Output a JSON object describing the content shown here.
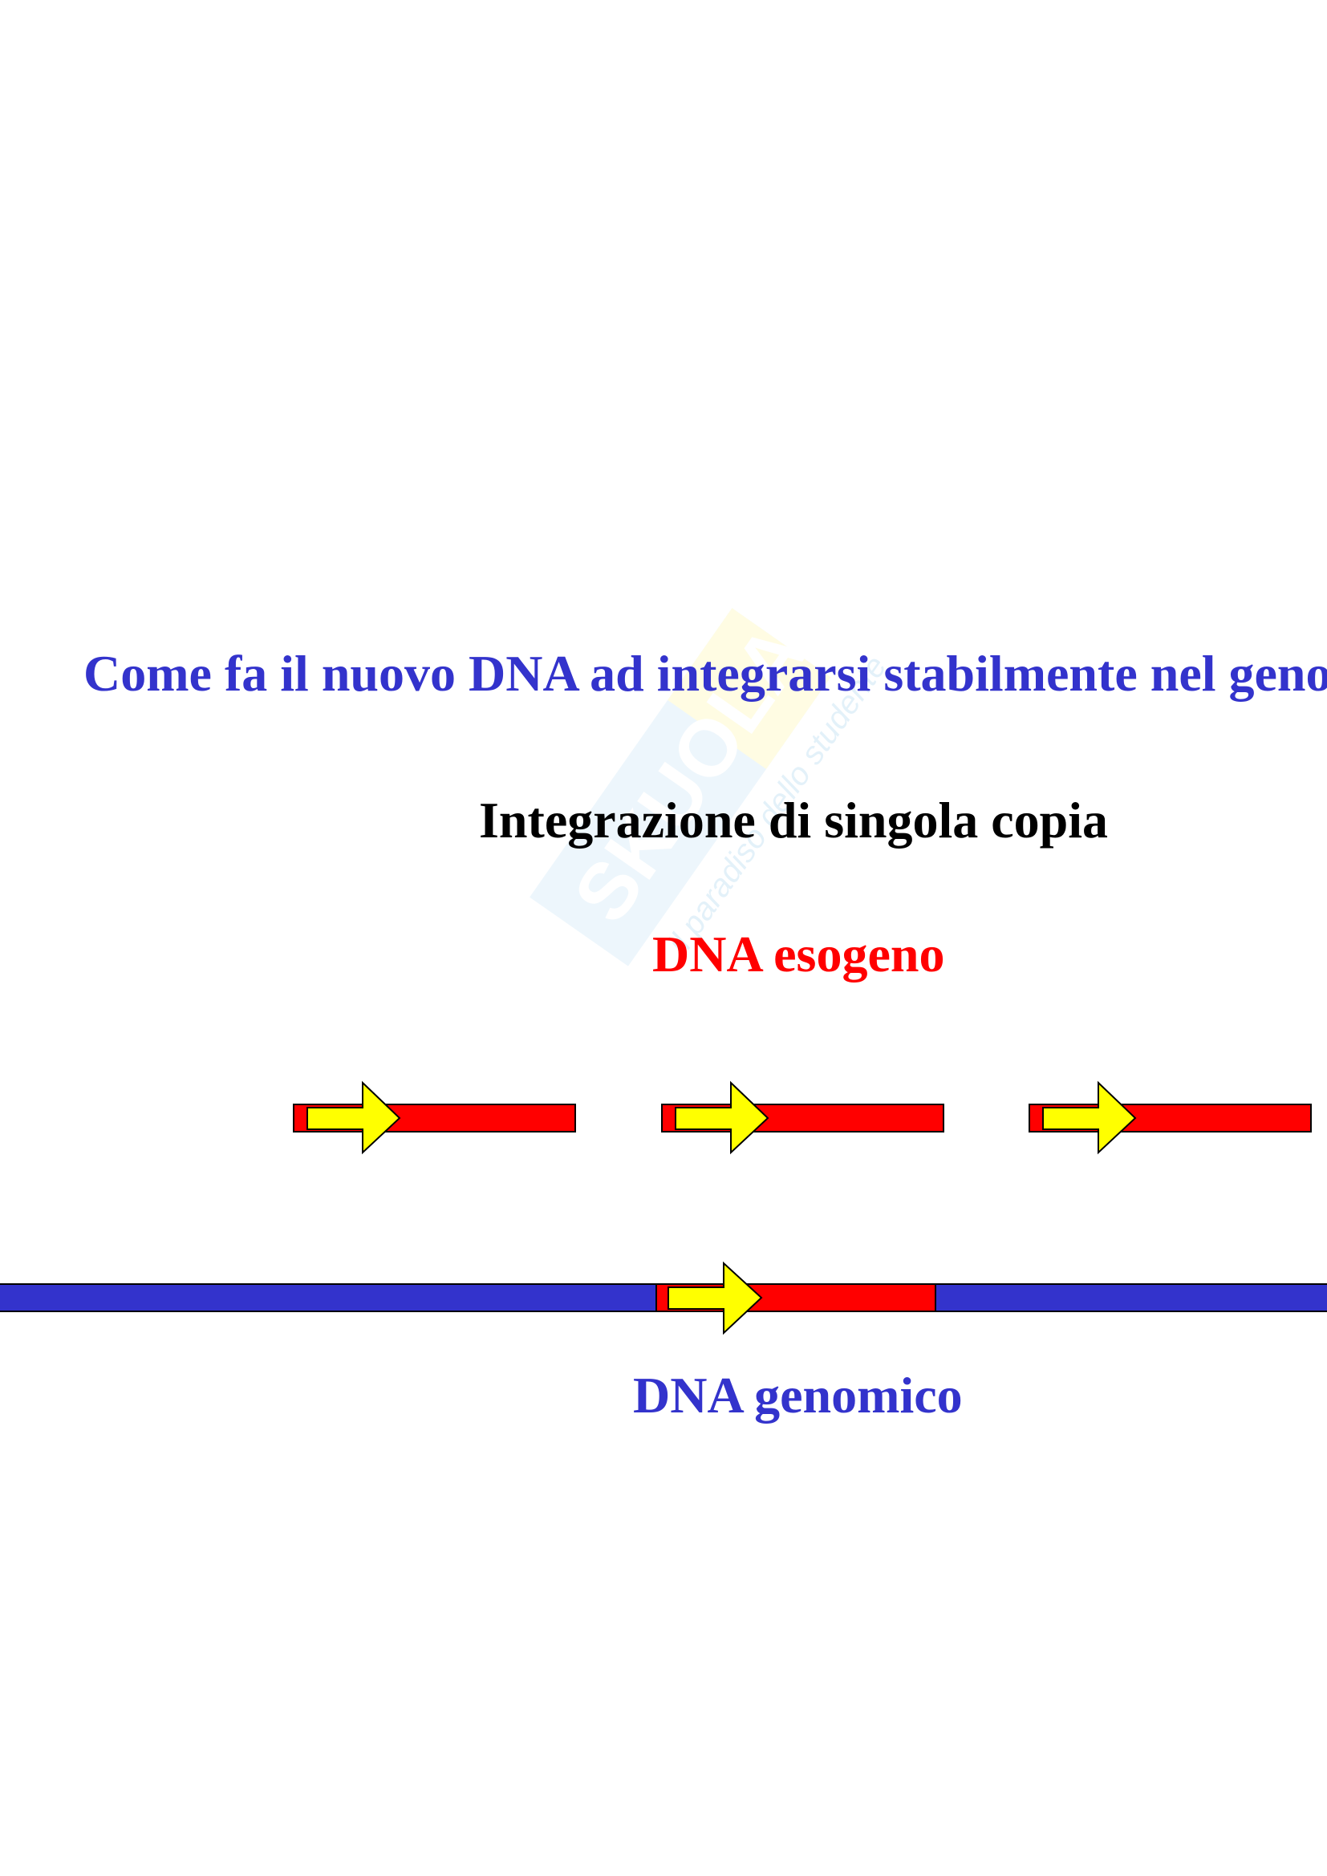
{
  "title": "Come fa il nuovo DNA ad integrarsi stabilmente nel genoma?",
  "subtitle": "Integrazione di singola copia",
  "exogenous_label": "DNA esogeno",
  "genomic_label": "DNA genomico",
  "watermark": {
    "brand": "Skuola.net",
    "tagline": "il paradiso dello studente"
  },
  "colors": {
    "title": "#3333cc",
    "exogenous": "#ff0000",
    "genomic": "#3333cc",
    "arrow": "#ffff00"
  }
}
